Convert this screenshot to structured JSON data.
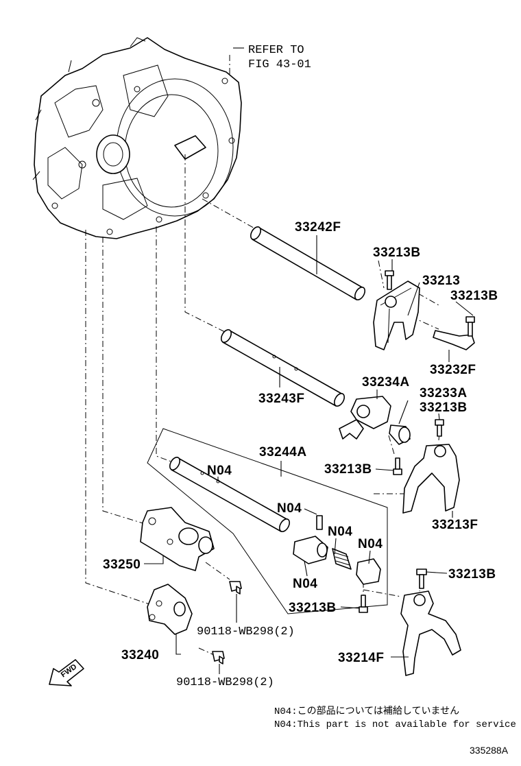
{
  "reference": {
    "line1": "REFER TO",
    "line2": "FIG 43-01"
  },
  "labels": {
    "p33242F": "33242F",
    "p33213B_a": "33213B",
    "p33213": "33213",
    "p33213B_b": "33213B",
    "p33232F": "33232F",
    "p33234A": "33234A",
    "p33243F": "33243F",
    "p33233A": "33233A",
    "p33213B_c": "33213B",
    "p33244A": "33244A",
    "n04_a": "N04",
    "p33213B_d": "33213B",
    "n04_b": "N04",
    "n04_c": "N04",
    "n04_d": "N04",
    "n04_e": "N04",
    "p33213F": "33213F",
    "p33250": "33250",
    "p33213B_e": "33213B",
    "p33213B_f": "33213B",
    "bolt_a": "90118-WB298(2)",
    "p33240": "33240",
    "p33214F": "33214F",
    "bolt_b": "90118-WB298(2)"
  },
  "fwd_label": "FWD",
  "notes": {
    "jp": "N04:この部品については補給していません",
    "en": "N04:This part is not available for service"
  },
  "figure_code": "335288A"
}
